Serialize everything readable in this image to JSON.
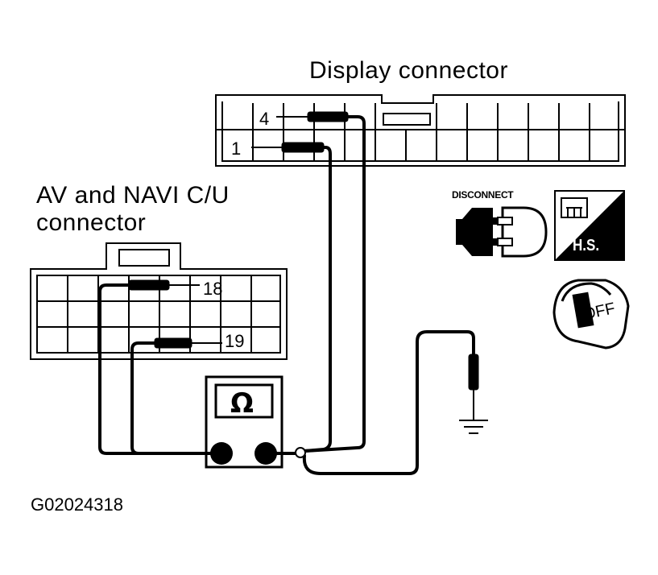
{
  "labels": {
    "display_connector": "Display connector",
    "av_navi_line1": "AV and NAVI C/U",
    "av_navi_line2": "connector",
    "figure_code": "G02024318"
  },
  "pins": {
    "display_pin_a": "4",
    "display_pin_b": "1",
    "av_pin_a": "18",
    "av_pin_b": "19"
  },
  "icons": {
    "disconnect": "DISCONNECT",
    "harness_side": "H.S.",
    "ignition": "OFF",
    "ohmmeter": "Ω"
  },
  "colors": {
    "line": "#000000",
    "background": "#ffffff"
  }
}
